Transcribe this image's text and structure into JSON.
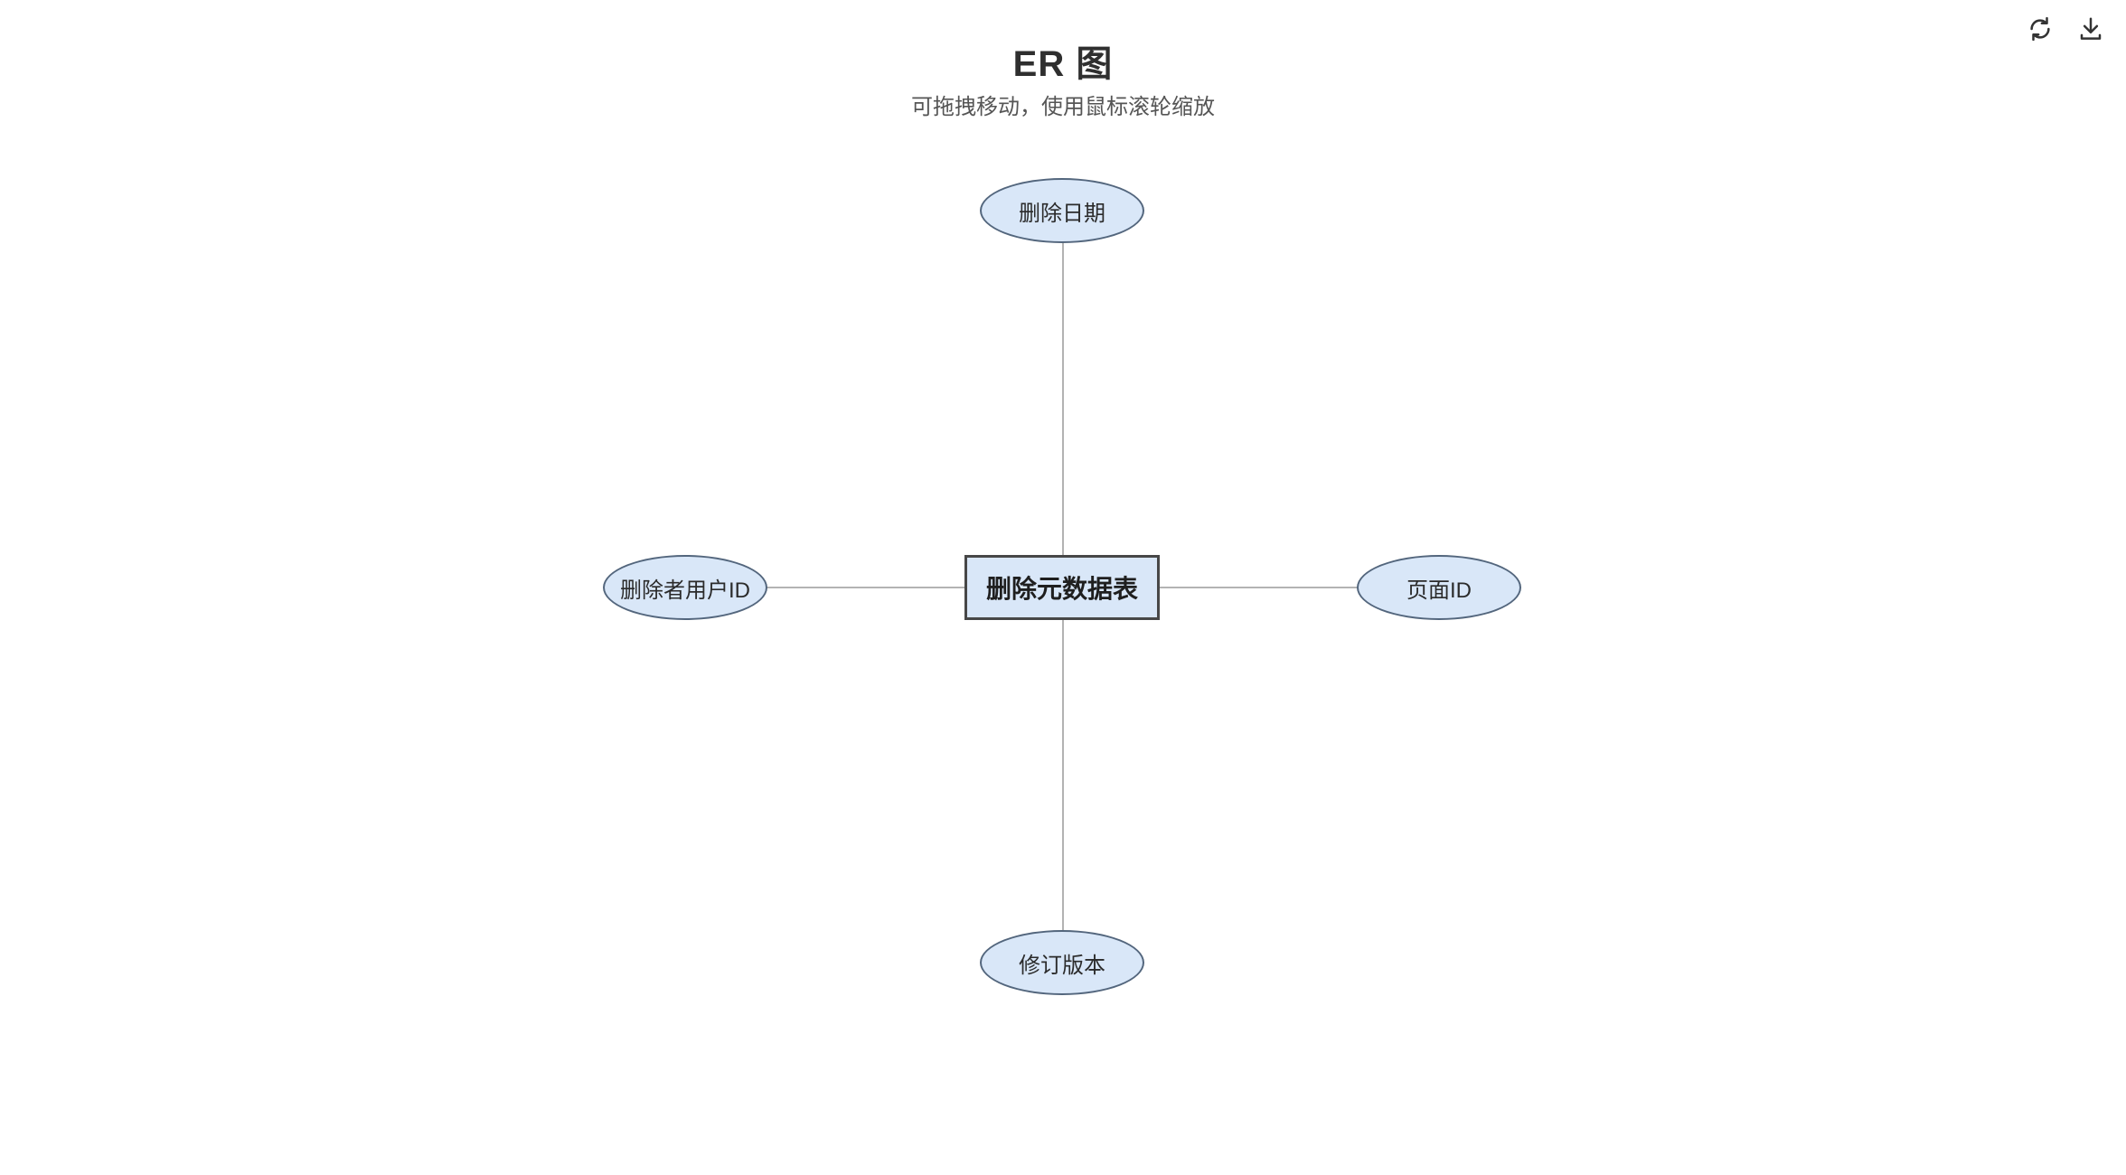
{
  "header": {
    "title": "ER 图",
    "subtitle": "可拖拽移动，使用鼠标滚轮缩放"
  },
  "toolbar": {
    "icons": [
      {
        "name": "refresh-icon",
        "meaning": "reset / reload diagram"
      },
      {
        "name": "download-icon",
        "meaning": "download diagram"
      }
    ]
  },
  "diagram": {
    "type": "er-diagram",
    "entity": {
      "label": "删除元数据表",
      "shape": "rectangle"
    },
    "attributes": [
      {
        "label": "删除日期",
        "shape": "ellipse",
        "position": "top"
      },
      {
        "label": "删除者用户ID",
        "shape": "ellipse",
        "position": "left"
      },
      {
        "label": "页面ID",
        "shape": "ellipse",
        "position": "right"
      },
      {
        "label": "修订版本",
        "shape": "ellipse",
        "position": "bottom"
      }
    ],
    "edges": [
      {
        "from": "删除元数据表",
        "to": "删除日期"
      },
      {
        "from": "删除元数据表",
        "to": "删除者用户ID"
      },
      {
        "from": "删除元数据表",
        "to": "页面ID"
      },
      {
        "from": "删除元数据表",
        "to": "修订版本"
      }
    ],
    "colors": {
      "node_fill": "#d9e7f8",
      "attribute_border": "#53667d",
      "entity_border": "#474747",
      "connector": "#b3b3b3",
      "title_text": "#2f2f2f",
      "subtitle_text": "#555555"
    }
  }
}
